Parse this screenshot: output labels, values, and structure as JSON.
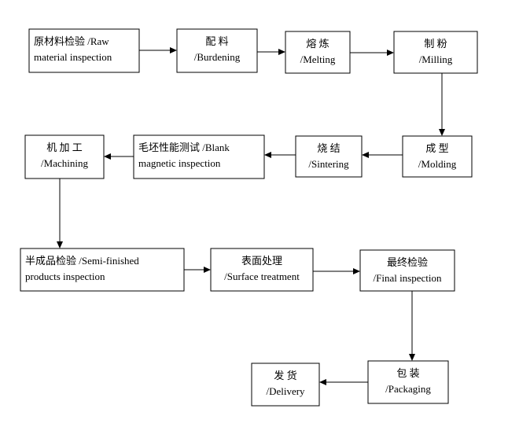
{
  "steps": {
    "raw": {
      "line1": "原材料检验 /Raw",
      "line2": "material inspection"
    },
    "burden": {
      "line1": "配 料",
      "line2": "/Burdening"
    },
    "melt": {
      "line1": "熔 炼",
      "line2": "/Melting"
    },
    "mill": {
      "line1": "制 粉",
      "line2": "/Milling"
    },
    "mold": {
      "line1": "成 型",
      "line2": "/Molding"
    },
    "sinter": {
      "line1": "烧 结",
      "line2": "/Sintering"
    },
    "blank": {
      "line1": "毛坯性能测试 /Blank",
      "line2": "magnetic inspection"
    },
    "machining": {
      "line1": "机 加 工",
      "line2": "/Machining"
    },
    "semi": {
      "line1": "半成品检验 /Semi-finished",
      "line2": "products inspection"
    },
    "surface": {
      "line1": "表面处理",
      "line2": "/Surface treatment"
    },
    "final": {
      "line1": "最终检验",
      "line2": "/Final inspection"
    },
    "pack": {
      "line1": "包 装",
      "line2": "/Packaging"
    },
    "delivery": {
      "line1": "发 货",
      "line2": "/Delivery"
    }
  },
  "edges": [
    {
      "from": "raw",
      "to": "burden"
    },
    {
      "from": "burden",
      "to": "melt"
    },
    {
      "from": "melt",
      "to": "mill"
    },
    {
      "from": "mill",
      "to": "mold"
    },
    {
      "from": "mold",
      "to": "sinter"
    },
    {
      "from": "sinter",
      "to": "blank"
    },
    {
      "from": "blank",
      "to": "machining"
    },
    {
      "from": "machining",
      "to": "semi"
    },
    {
      "from": "semi",
      "to": "surface"
    },
    {
      "from": "surface",
      "to": "final"
    },
    {
      "from": "final",
      "to": "pack"
    },
    {
      "from": "pack",
      "to": "delivery"
    }
  ]
}
